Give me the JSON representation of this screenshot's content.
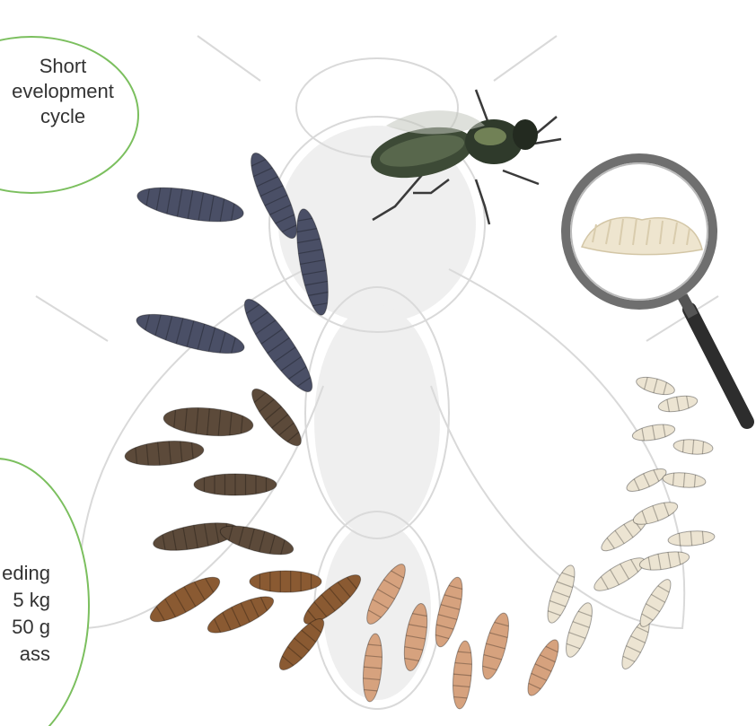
{
  "callouts": {
    "development": {
      "lines": [
        "Short",
        "evelopment",
        "cycle"
      ]
    },
    "feeding": {
      "lines": [
        "eding",
        "5 kg",
        "50 g",
        "ass"
      ]
    }
  },
  "colors": {
    "callout_border": "#7bbf5e",
    "text": "#333333",
    "adult_fly_body": "#3b4434",
    "larva_dark": "#4a4f66",
    "larva_brown": "#5c4a3a",
    "larva_orange": "#8a5a32",
    "larva_peach": "#d6a27e",
    "larva_cream": "#ece4d2",
    "egg_cluster": "#eee5cf",
    "magnifier_handle": "#2d2d2d"
  },
  "icons": [
    "black-soldier-fly-icon",
    "magnifying-glass-icon",
    "egg-cluster-icon",
    "larva-icon",
    "background-fly-sketch-icon"
  ]
}
